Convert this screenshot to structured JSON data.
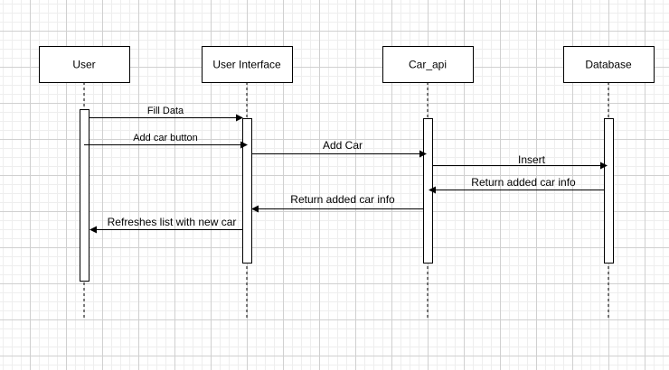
{
  "participants": [
    {
      "label": "User"
    },
    {
      "label": "User Interface"
    },
    {
      "label": "Car_api"
    },
    {
      "label": "Database"
    }
  ],
  "messages": [
    {
      "label": "Fill Data",
      "from": "User",
      "to": "User Interface"
    },
    {
      "label": "Add car button",
      "from": "User",
      "to": "User Interface"
    },
    {
      "label": "Add Car",
      "from": "User Interface",
      "to": "Car_api"
    },
    {
      "label": "Insert",
      "from": "Car_api",
      "to": "Database"
    },
    {
      "label": "Return added car info",
      "from": "Database",
      "to": "Car_api"
    },
    {
      "label": "Return added car info",
      "from": "Car_api",
      "to": "User Interface"
    },
    {
      "label": "Refreshes list with new car",
      "from": "User Interface",
      "to": "User"
    }
  ]
}
